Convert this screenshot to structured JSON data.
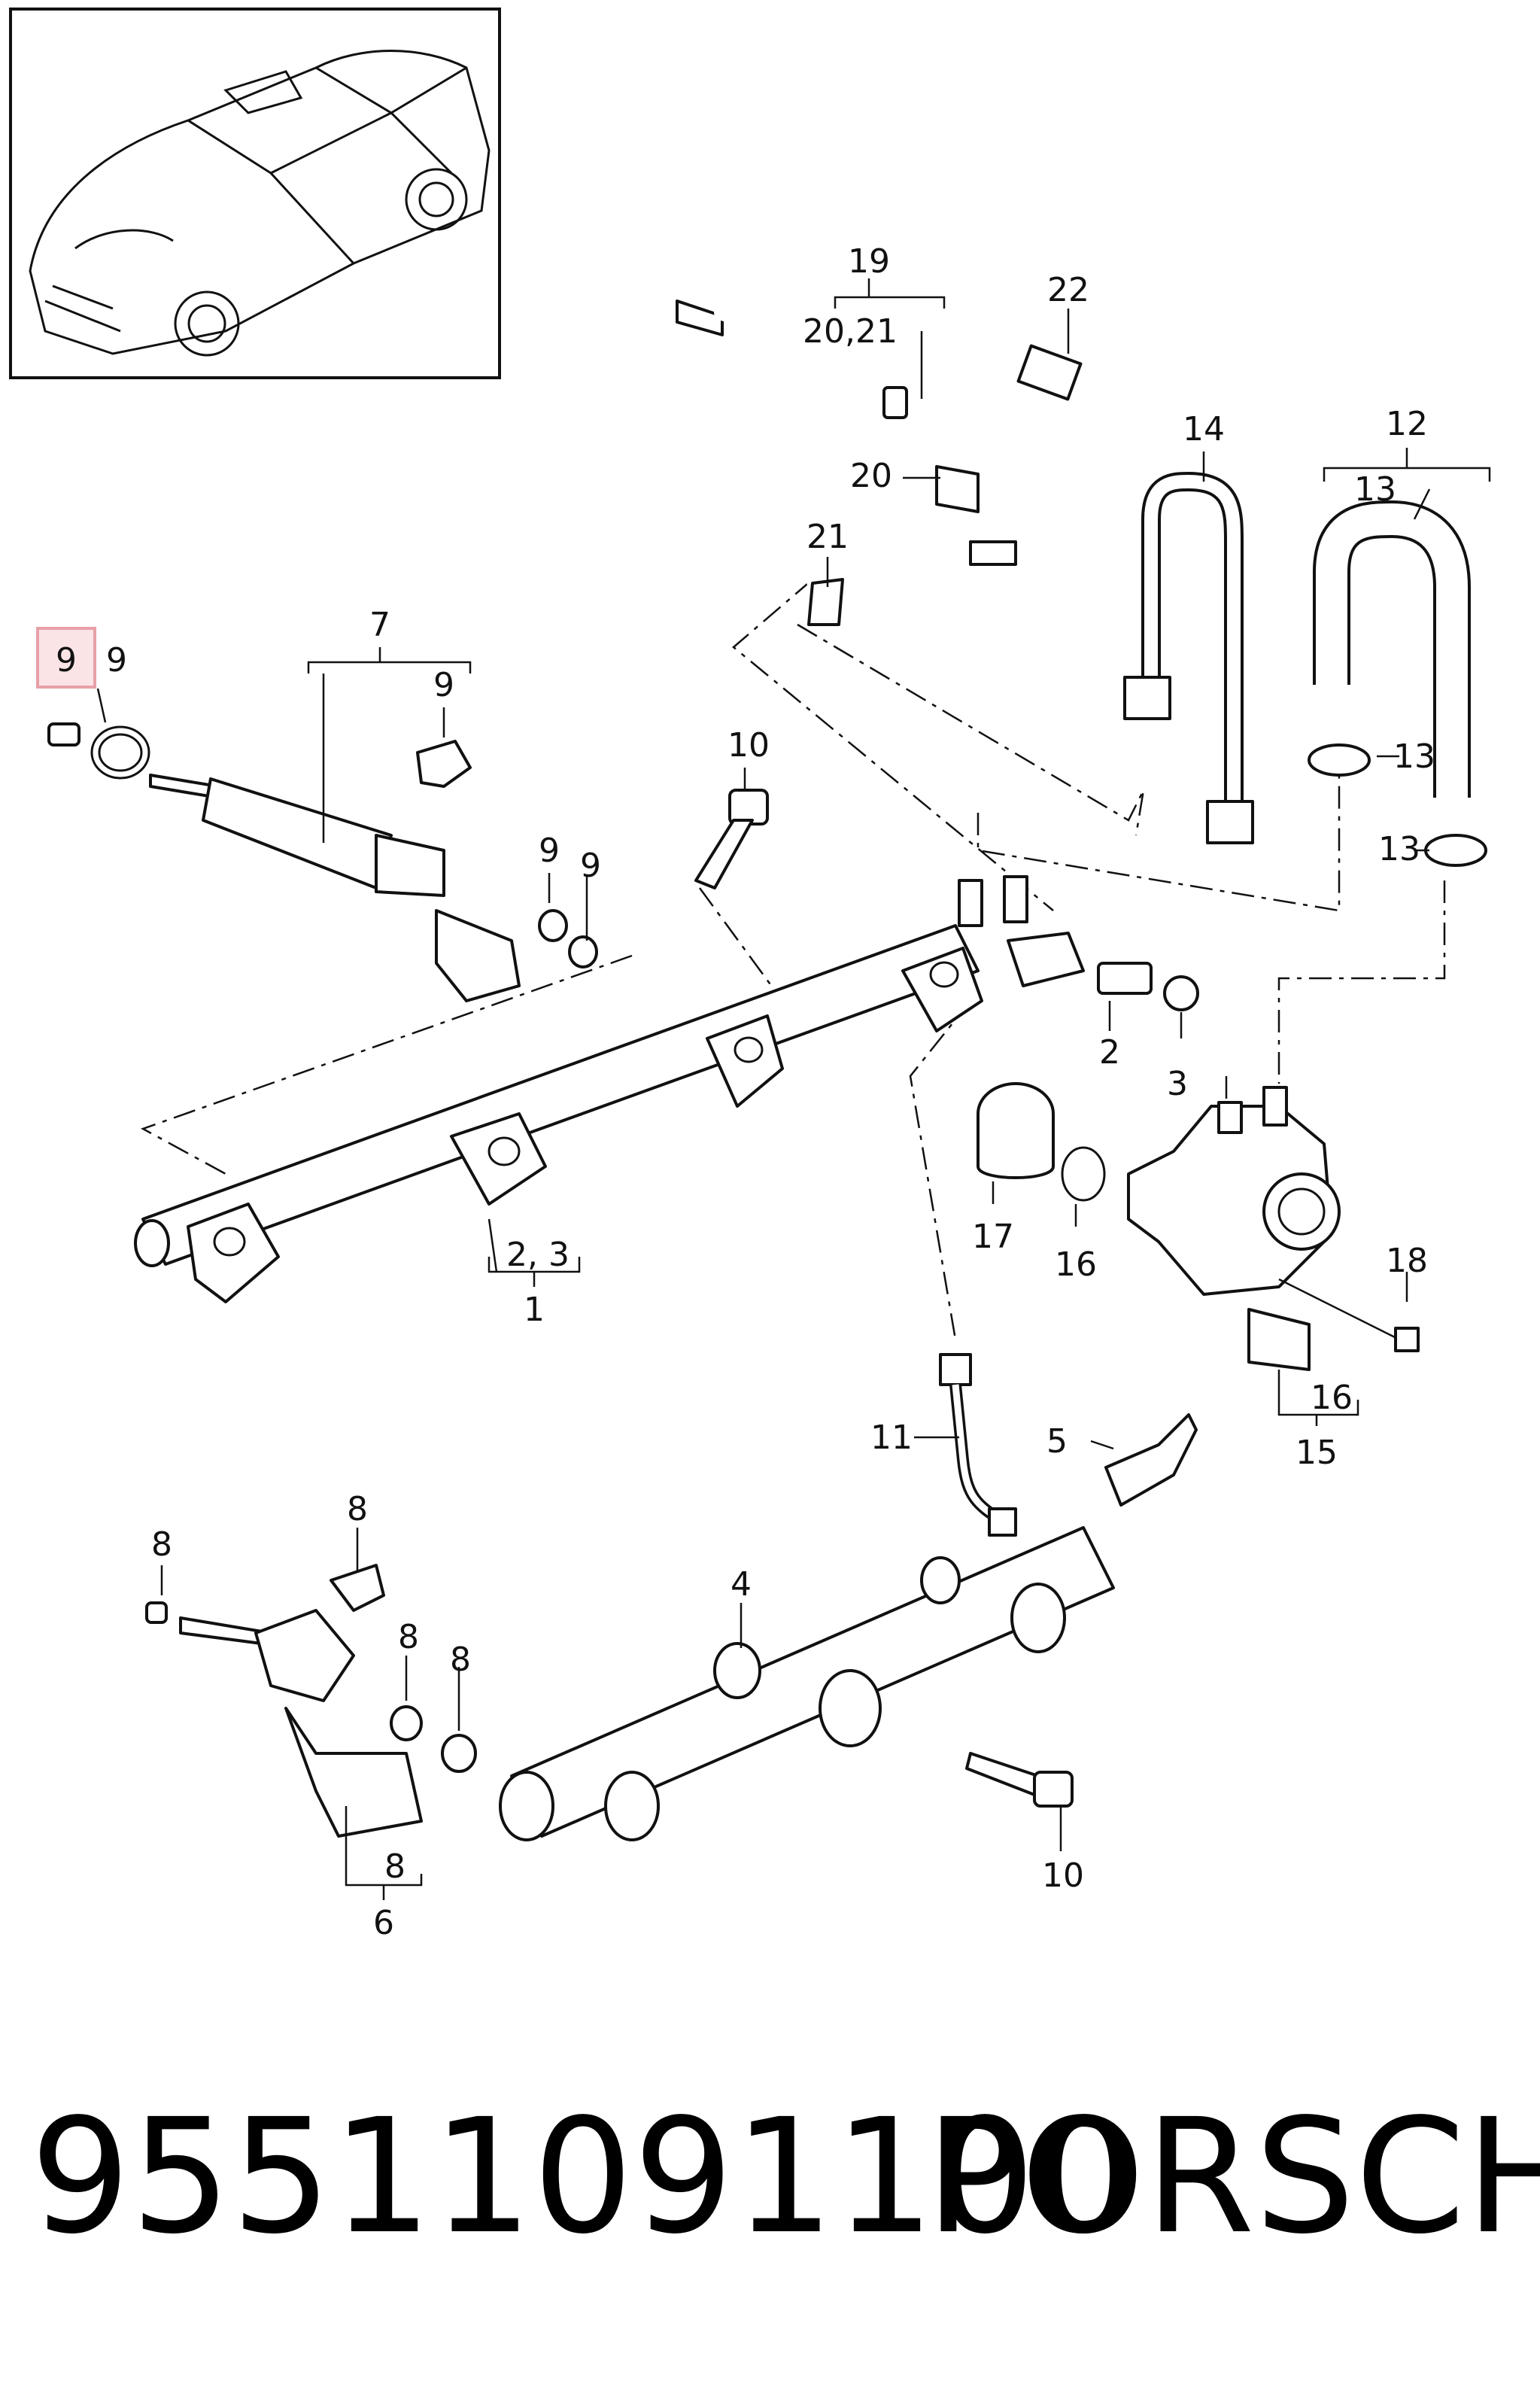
{
  "labels": {
    "l19": "19",
    "l2021": "20,21",
    "l22": "22",
    "l20": "20",
    "l21": "21",
    "l14": "14",
    "l12": "12",
    "l13a": "13",
    "l13b": "13",
    "l13c": "13",
    "l9hl": "9",
    "l9a": "9",
    "l7": "7",
    "l9b": "9",
    "l10a": "10",
    "l9c": "9",
    "l9d": "9",
    "l2": "2",
    "l3": "3",
    "l17": "17",
    "l16a": "16",
    "l18": "18",
    "l16b": "16",
    "l15": "15",
    "l23": "2, 3",
    "l1": "1",
    "l11": "11",
    "l5": "5",
    "l8a": "8",
    "l8b": "8",
    "l8c": "8",
    "l8d": "8",
    "l4": "4",
    "l8e": "8",
    "l6": "6",
    "l10b": "10"
  },
  "footer": {
    "part_number": "95511091100",
    "brand": "PORSCHE"
  },
  "highlight": {
    "stroke": "#e8a0a8",
    "fill": "#fbe4e6"
  }
}
